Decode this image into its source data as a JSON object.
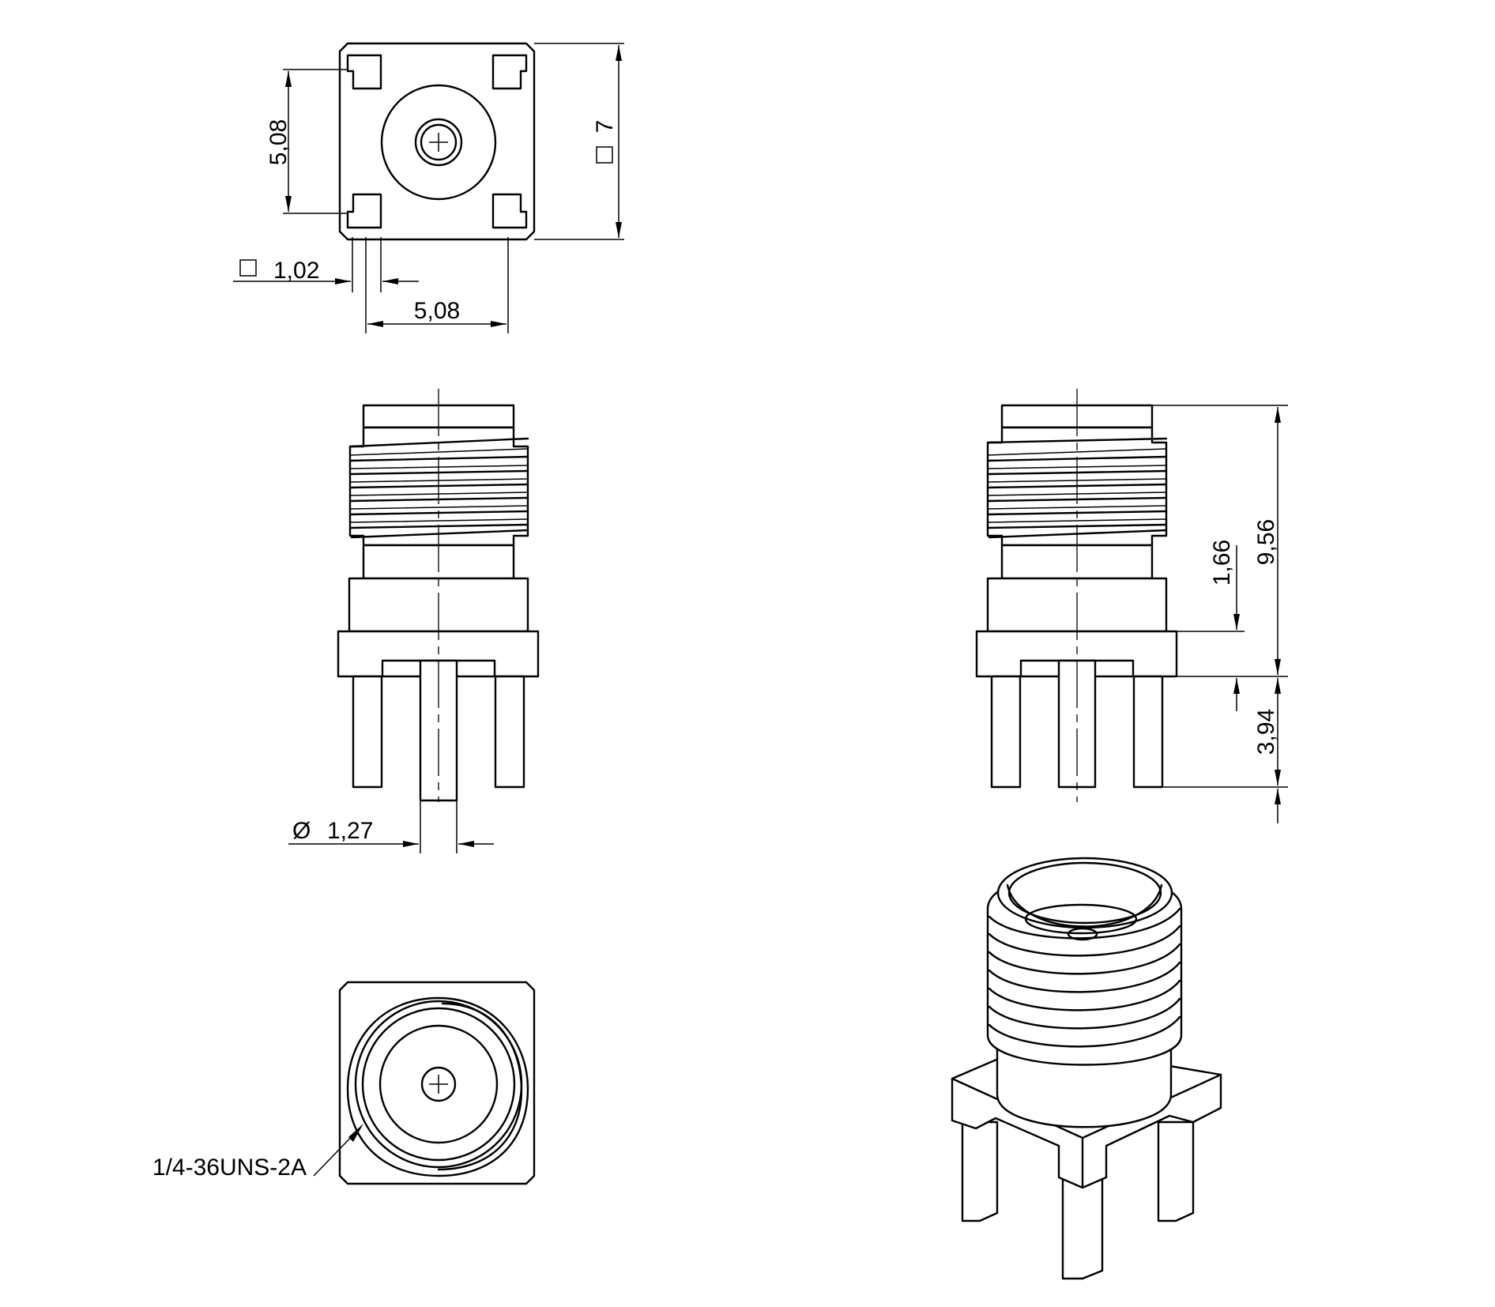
{
  "dimensions": {
    "top_left_pitch": "5,08",
    "top_square": "7",
    "pin_square": "1,02",
    "bottom_pitch": "5,08",
    "pin_diameter": "1,27",
    "total_height": "9,56",
    "flange_offset": "1,66",
    "pin_length": "3,94"
  },
  "symbols": {
    "square": "□",
    "diameter": "Ø"
  },
  "callouts": {
    "thread_spec": "1/4-36UNS-2A"
  }
}
